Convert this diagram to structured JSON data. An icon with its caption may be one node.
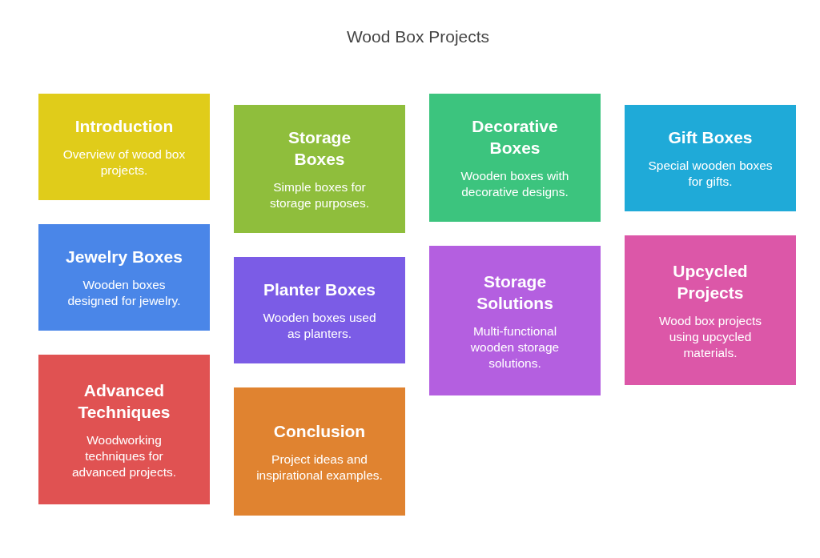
{
  "diagram": {
    "title": "Wood Box Projects",
    "nodes": [
      {
        "text": [
          "Introduction",
          "Overview of wood box projects."
        ]
      },
      {
        "text": [
          "Storage Boxes",
          "Simple boxes for storage purposes."
        ]
      },
      {
        "text": [
          "Decorative Boxes",
          "Wooden boxes with decorative designs."
        ]
      },
      {
        "text": [
          "Gift Boxes",
          "Special wooden boxes for gifts."
        ]
      },
      {
        "text": [
          "Jewelry Boxes",
          "Wooden boxes designed for jewelry."
        ]
      },
      {
        "text": [
          "Planter Boxes",
          "Wooden boxes used as planters."
        ]
      },
      {
        "text": [
          "Storage Solutions",
          "Multi-functional wooden storage solutions."
        ]
      },
      {
        "text": [
          "Upcycled Projects",
          "Wood box projects using upcycled materials."
        ]
      },
      {
        "text": [
          "Advanced Techniques",
          "Woodworking techniques for advanced projects."
        ]
      },
      {
        "text": [
          "Conclusion",
          "Project ideas and inspirational examples."
        ]
      }
    ],
    "edges": []
  }
}
